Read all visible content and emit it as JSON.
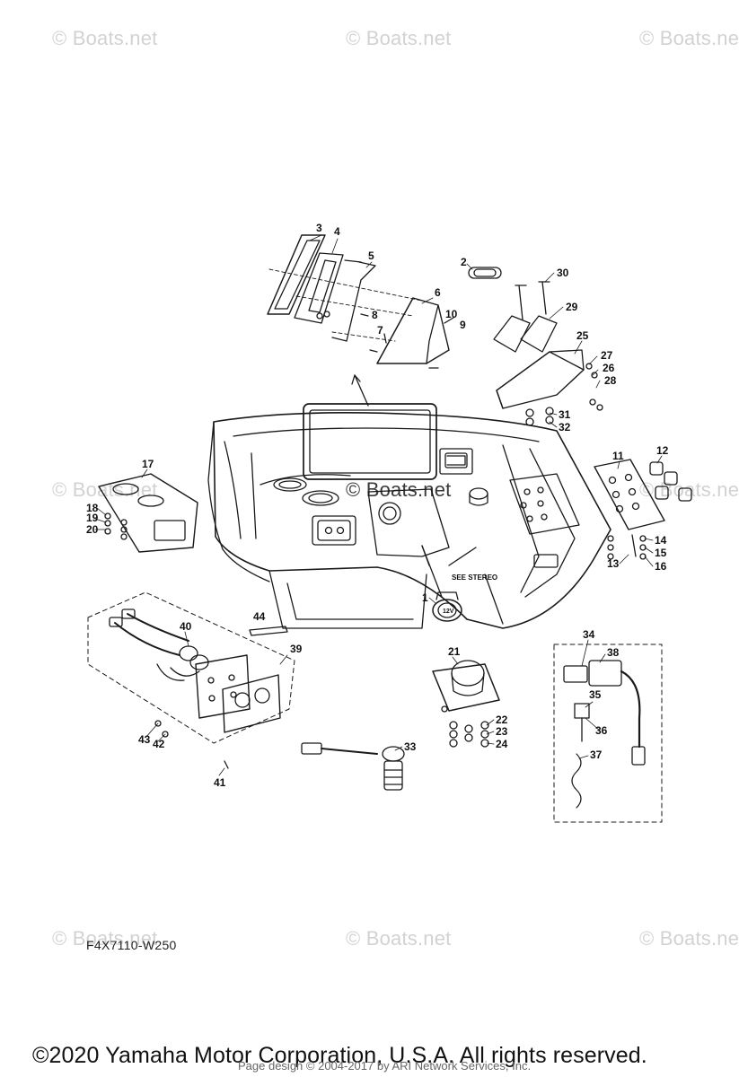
{
  "watermark": "© Boats.net",
  "diagram_code": "F4X7110-W250",
  "copyright": "©2020 Yamaha Motor Corporation, U.S.A. All rights reserved.",
  "page_design": "Page design © 2004-2017 by ARI Network Services, Inc.",
  "note_see_stereo": "SEE STEREO",
  "socket_label": "12V",
  "callouts": {
    "c1": "1",
    "c2": "2",
    "c3": "3",
    "c4": "4",
    "c5": "5",
    "c6": "6",
    "c7": "7",
    "c8": "8",
    "c9": "9",
    "c10": "10",
    "c11": "11",
    "c12": "12",
    "c13": "13",
    "c14": "14",
    "c15": "15",
    "c16": "16",
    "c17": "17",
    "c18": "18",
    "c19": "19",
    "c20": "20",
    "c21": "21",
    "c22": "22",
    "c23": "23",
    "c24": "24",
    "c25": "25",
    "c26": "26",
    "c27": "27",
    "c28": "28",
    "c29": "29",
    "c30": "30",
    "c31": "31",
    "c32": "32",
    "c33": "33",
    "c34": "34",
    "c35": "35",
    "c36": "36",
    "c37": "37",
    "c38": "38",
    "c39": "39",
    "c40": "40",
    "c41": "41",
    "c42": "42",
    "c43": "43",
    "c44": "44"
  }
}
